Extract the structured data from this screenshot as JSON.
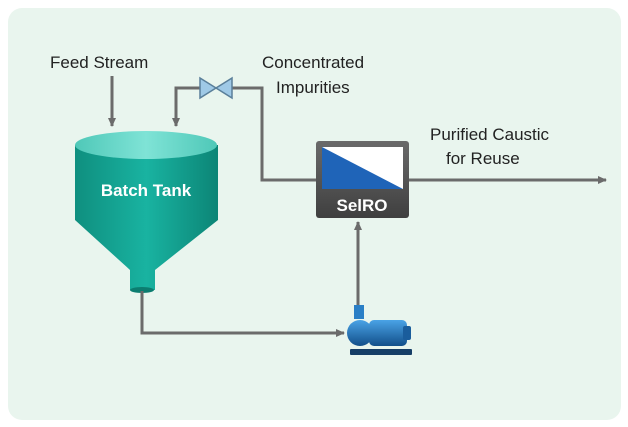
{
  "diagram": {
    "labels": {
      "feed_stream": "Feed Stream",
      "concentrated_line1": "Concentrated",
      "concentrated_line2": "Impurities",
      "purified_line1": "Purified Caustic",
      "purified_line2": "for Reuse",
      "batch_tank": "Batch Tank",
      "selro": "SelRO"
    },
    "colors": {
      "background": "#e9f5ee",
      "tank_top": "#5fd3c4",
      "tank_body": "#16a897",
      "pipe": "#6b6b6b",
      "valve": "#9fc9e6",
      "pump": "#1f6fb5",
      "unit_frame": "#4d4d4d",
      "unit_window": "#1f64b8"
    },
    "icons": [
      "valve-icon",
      "pump-icon"
    ]
  }
}
